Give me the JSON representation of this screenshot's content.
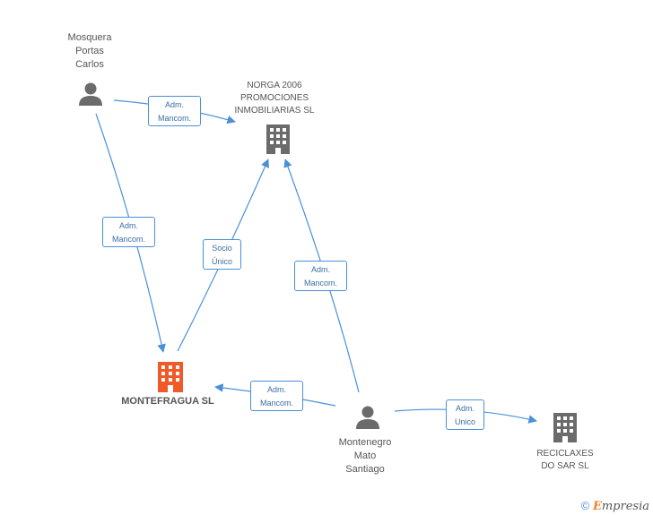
{
  "nodes": {
    "mosquera": {
      "label_lines": [
        "Mosquera",
        "Portas",
        "Carlos"
      ],
      "kind": "person"
    },
    "norga": {
      "label_lines": [
        "NORGA 2006",
        "PROMOCIONES",
        "INMOBILIARIAS SL"
      ],
      "kind": "company"
    },
    "montefragua": {
      "label": "MONTEFRAGUA SL",
      "kind": "company-main"
    },
    "montenegro": {
      "label_lines": [
        "Montenegro",
        "Mato",
        "Santiago"
      ],
      "kind": "person"
    },
    "reciclaxes": {
      "label_lines": [
        "RECICLAXES",
        "DO SAR SL"
      ],
      "kind": "company"
    }
  },
  "edges": [
    {
      "from": "mosquera",
      "to": "norga",
      "label_lines": [
        "Adm.",
        "Mancom."
      ]
    },
    {
      "from": "mosquera",
      "to": "montefragua",
      "label_lines": [
        "Adm.",
        "Mancom."
      ]
    },
    {
      "from": "montefragua",
      "to": "norga",
      "label_lines": [
        "Socio",
        "Único"
      ]
    },
    {
      "from": "montenegro",
      "to": "norga",
      "label_lines": [
        "Adm.",
        "Mancom."
      ]
    },
    {
      "from": "montenegro",
      "to": "montefragua",
      "label_lines": [
        "Adm.",
        "Mancom."
      ]
    },
    {
      "from": "montenegro",
      "to": "reciclaxes",
      "label_lines": [
        "Adm.",
        "Unico"
      ]
    }
  ],
  "colors": {
    "edge": "#4a90d9",
    "person_icon": "#6b6b6b",
    "company_icon": "#6b6b6b",
    "main_company_icon": "#f05a28"
  },
  "footer": {
    "copyright_symbol": "©",
    "brand_first": "E",
    "brand_rest": "mpresia"
  }
}
